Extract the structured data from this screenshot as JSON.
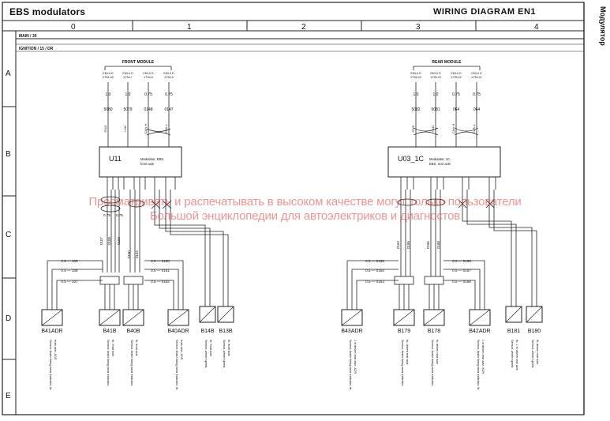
{
  "header": {
    "title": "EBS modulators",
    "diagram_label": "WIRING DIAGRAM  EN1",
    "side_label": "Модулятор"
  },
  "grid": {
    "columns": [
      "0",
      "1",
      "2",
      "3",
      "4"
    ],
    "rows": [
      "A",
      "B",
      "C",
      "D",
      "E"
    ]
  },
  "buses": {
    "main": "MAIN / 30",
    "ignition": "IGNITION / 15 / DR"
  },
  "front_module": {
    "title": "FRONT MODULE",
    "connectors": [
      {
        "id": "EMI-II D X754-A0",
        "size": "1.0",
        "wire": "5080",
        "signal": "GND"
      },
      {
        "id": "EMI-II D X754-7",
        "size": "1.0",
        "wire": "5079",
        "signal": "+24V"
      },
      {
        "id": "EMI-II D X754-8",
        "size": "0.75",
        "wire": "0148",
        "signal": "CAN H"
      },
      {
        "id": "EMI-II D X754-9",
        "size": "0.75",
        "wire": "0147",
        "signal": "CAN L"
      }
    ],
    "module_id": "U11",
    "module_desc": "Modulator, EBS, front axle"
  },
  "rear_module": {
    "title": "REAR MODULE",
    "connectors": [
      {
        "id": "EMI-II D X755-24",
        "size": "1.0",
        "wire": "5082",
        "signal": "GND"
      },
      {
        "id": "EMI-II D X755-23",
        "size": "1.0",
        "wire": "5081",
        "signal": "+24V"
      },
      {
        "id": "EMI-II D X755-22",
        "size": "0.75",
        "wire": "064",
        "signal": "CAN H"
      },
      {
        "id": "EMI-II D X755-21",
        "size": "0.75",
        "wire": "064",
        "signal": "CAN L"
      }
    ],
    "module_id": "U03_1C",
    "module_desc": "Modulator, 1C, EBS, rear axle"
  },
  "front_wires": {
    "left_group": [
      "0.5 — 109",
      "0.5 — 108",
      "0.5 — 107"
    ],
    "mid_group": [
      "0.5 — 0160",
      "0.5 — 0161",
      "0.5 — 0162"
    ],
    "upper": [
      "0.75",
      "0.75",
      "0107",
      "0108",
      "0109",
      "0160",
      "0152"
    ]
  },
  "rear_wires": {
    "left_group": [
      "0.5 — 0165",
      "0.5 — 0164",
      "0.5 — 0163"
    ],
    "mid_group": [
      "0.5 — 0166",
      "0.5 — 0167",
      "0.5 — 0168"
    ],
    "upper": [
      "0163",
      "0165",
      "0166",
      "0168"
    ]
  },
  "sensors": [
    {
      "id": "B41ADR",
      "desc": "Sensor, brake lining wear indicator, rh, front axle, ADR"
    },
    {
      "id": "B41B",
      "desc": "Sensor, brake lining wear indicator, rh, front axle"
    },
    {
      "id": "B40B",
      "desc": "Sensor, brake lining wear indicator, lh, front axle"
    },
    {
      "id": "B40ADR",
      "desc": "Sensor, brake lining wear indicator, lh, front axle, ADR"
    },
    {
      "id": "B14B",
      "desc": "Sensor, wheel speed, rh, front axle"
    },
    {
      "id": "B13B",
      "desc": "Sensor, wheel speed, lh, front axle"
    },
    {
      "id": "B43ADR",
      "desc": "Sensor, brake lining wear indicator, rh, 1 st driven rear axle, ADR"
    },
    {
      "id": "B179",
      "desc": "Sensor, brake lining wear indicator, rh, driven rear axle"
    },
    {
      "id": "B178",
      "desc": "Sensor, brake lining wear indicator, lh, driven rear axle"
    },
    {
      "id": "B42ADR",
      "desc": "Sensor, brake lining wear indicator, lh, 1 st driven rear axle, ADR"
    },
    {
      "id": "B181",
      "desc": "Sensor, wheel speed, rh, 1 st driven rear axle"
    },
    {
      "id": "B180",
      "desc": "Sensor, wheel speed, lh, driven rear axle"
    }
  ],
  "watermark": {
    "line1": "Просматривать и распечатывать в высоком качестве могут только пользователи",
    "line2": "Большой энциклопедии для автоэлектриков и диагностов"
  }
}
